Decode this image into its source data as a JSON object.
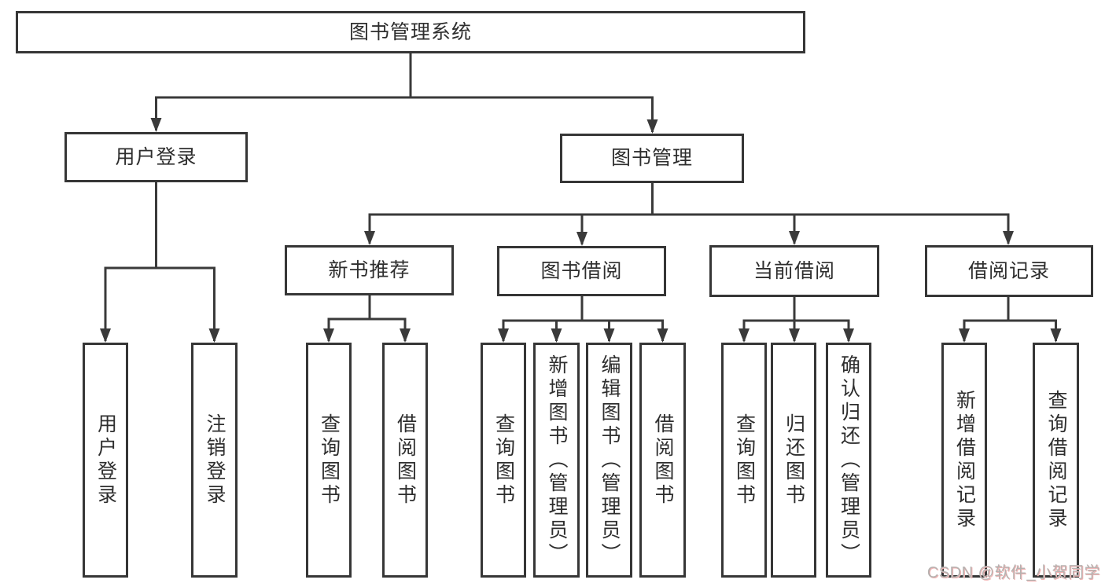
{
  "diagram": {
    "title": "图书管理系统",
    "type": "function-structure-chart"
  },
  "nodes": {
    "root": {
      "label": "图书管理系统"
    },
    "user_login": {
      "label": "用户登录"
    },
    "book_mgmt": {
      "label": "图书管理"
    },
    "new_rec": {
      "label": "新书推荐"
    },
    "book_borrow": {
      "label": "图书借阅"
    },
    "cur_borrow": {
      "label": "当前借阅"
    },
    "borrow_rec": {
      "label": "借阅记录"
    },
    "l_login": {
      "label": "用户登录"
    },
    "l_logout": {
      "label": "注销登录"
    },
    "l_nr_query": {
      "label": "查询图书"
    },
    "l_nr_borrow": {
      "label": "借阅图书"
    },
    "l_bb_query": {
      "label": "查询图书"
    },
    "l_bb_add": {
      "label": "新增图书（管理员）"
    },
    "l_bb_edit": {
      "label": "编辑图书（管理员）"
    },
    "l_bb_borrow": {
      "label": "借阅图书"
    },
    "l_cb_query": {
      "label": "查询图书"
    },
    "l_cb_return": {
      "label": "归还图书"
    },
    "l_cb_confirm": {
      "label": "确认归还（管理员）"
    },
    "l_br_add": {
      "label": "新增借阅记录"
    },
    "l_br_query": {
      "label": "查询借阅记录"
    }
  },
  "hierarchy": {
    "图书管理系统": [
      "用户登录",
      "图书管理"
    ],
    "用户登录": [
      "用户登录",
      "注销登录"
    ],
    "图书管理": [
      "新书推荐",
      "图书借阅",
      "当前借阅",
      "借阅记录"
    ],
    "新书推荐": [
      "查询图书",
      "借阅图书"
    ],
    "图书借阅": [
      "查询图书",
      "新增图书（管理员）",
      "编辑图书（管理员）",
      "借阅图书"
    ],
    "当前借阅": [
      "查询图书",
      "归还图书",
      "确认归还（管理员）"
    ],
    "借阅记录": [
      "新增借阅记录",
      "查询借阅记录"
    ]
  },
  "watermark": {
    "text": "CSDN @软件_小贺同学"
  },
  "colors": {
    "line": "#3a3a3a",
    "box_border": "#363636",
    "box_fill": "#ffffff",
    "text": "#2e2e2e",
    "background": "#ffffff",
    "watermark": "#b6b2b0",
    "watermark_shadow": "#f2b3b3"
  }
}
